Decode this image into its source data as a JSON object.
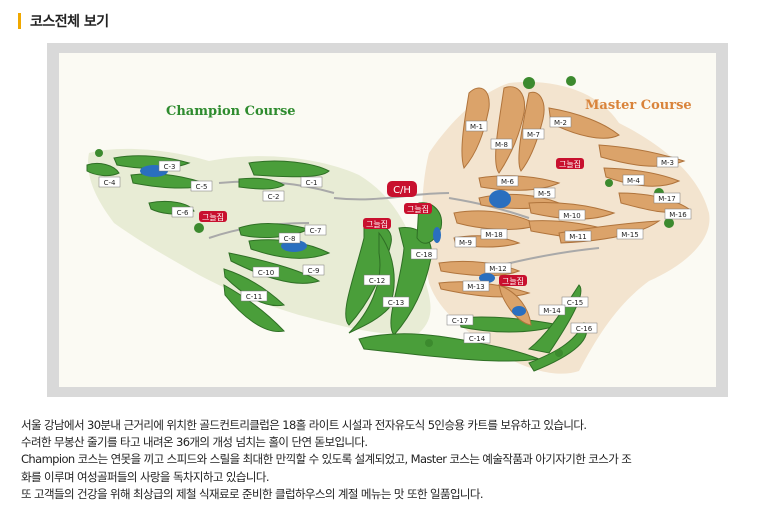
{
  "section": {
    "title": "코스전체 보기",
    "accent_color": "#f0a800"
  },
  "map": {
    "champion_label": "Champion Course",
    "master_label": "Master Course",
    "champion_color": "#2e8b2e",
    "master_color": "#d9833a",
    "clubhouse_label": "C/H",
    "rest_label": "그늘집",
    "champion_holes": [
      "C-1",
      "C-2",
      "C-3",
      "C-4",
      "C-5",
      "C-6",
      "C-7",
      "C-8",
      "C-9",
      "C-10",
      "C-11",
      "C-12",
      "C-13",
      "C-14",
      "C-15",
      "C-16",
      "C-17",
      "C-18"
    ],
    "master_holes": [
      "M-1",
      "M-2",
      "M-3",
      "M-4",
      "M-5",
      "M-6",
      "M-7",
      "M-8",
      "M-9",
      "M-10",
      "M-11",
      "M-12",
      "M-13",
      "M-14",
      "M-15",
      "M-16",
      "M-17",
      "M-18"
    ]
  },
  "description": {
    "lines": [
      "서울 강남에서 30분내 근거리에 위치한 골드컨트리클럽은 18홀 라이트 시설과 전자유도식 5인승용 카트를 보유하고 있습니다.",
      "수려한 무봉산 줄기를 타고 내려온 36개의 개성 넘치는 홀이 단연 돋보입니다.",
      "Champion 코스는 연못을 끼고 스피드와 스릴을 최대한 만끽할 수 있도록 설계되었고, Master 코스는 예술작품과 아기자기한 코스가 조",
      "화를 이루며 여성골퍼들의 사랑을 독차지하고 있습니다.",
      "또 고객들의 건강을 위해 최상급의 제철 식재료로 준비한 클럽하우스의 계절 메뉴는 맛 또한 일품입니다."
    ]
  }
}
